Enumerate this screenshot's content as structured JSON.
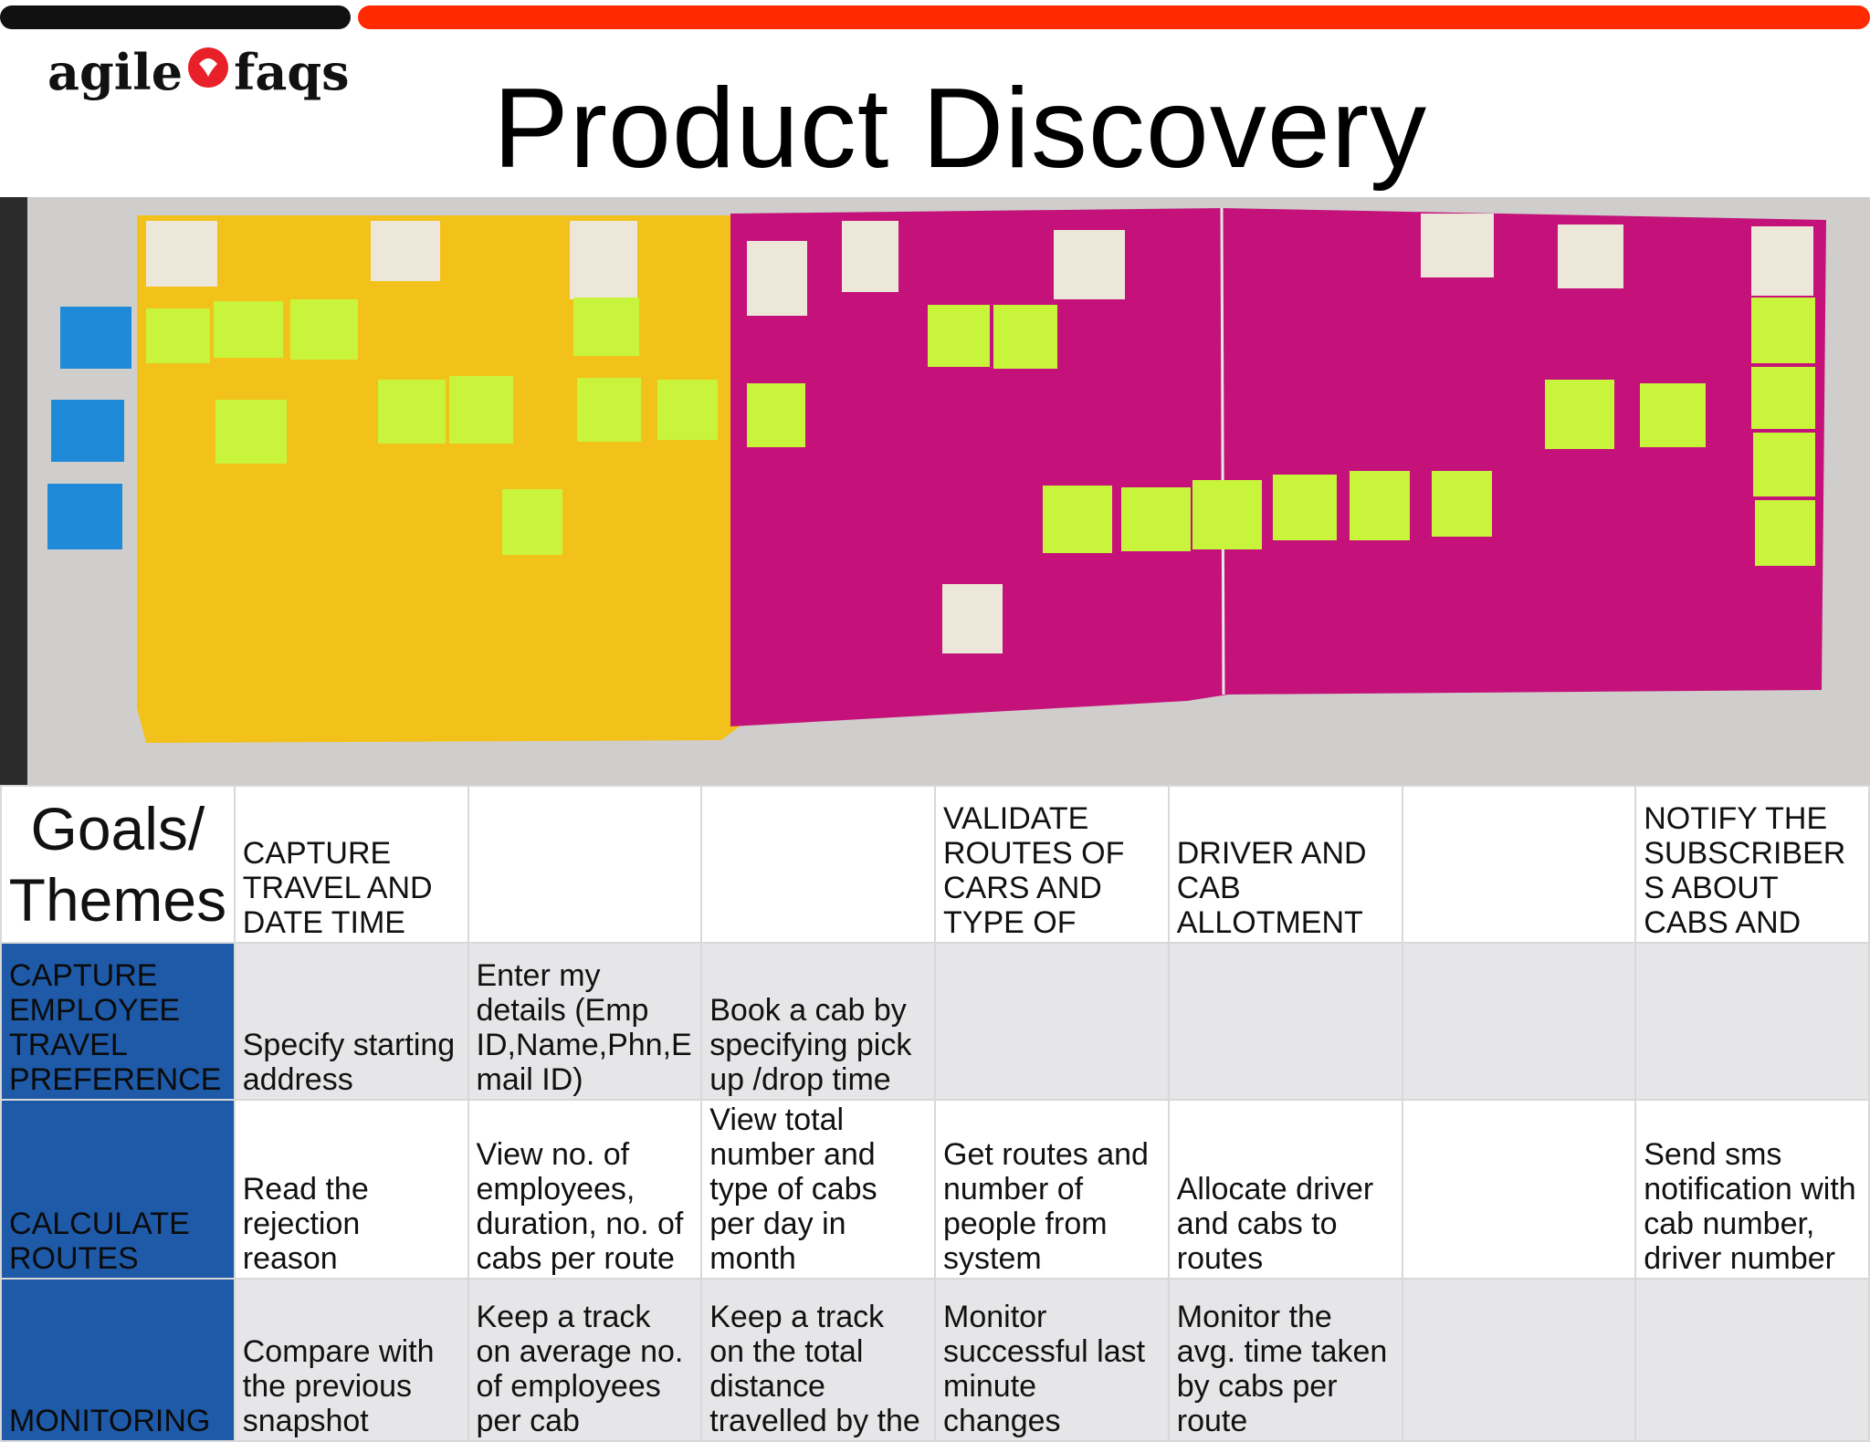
{
  "header": {
    "logo_left": "agile",
    "logo_right": "faqs",
    "title": "Product Discovery"
  },
  "colors": {
    "bar_black": "#111111",
    "bar_red": "#ff2a00",
    "goal_blue": "#1e5aa8",
    "sticky_green": "#c8f53c",
    "sticky_cream": "#ece7d8",
    "board_yellow": "#f2c21a",
    "board_magenta": "#c4127a",
    "sticky_blue": "#1f8ad8"
  },
  "photo": {
    "description_icon": "photo-of-story-map-wall"
  },
  "table": {
    "corner": "Goals/ Themes",
    "headers": [
      "CAPTURE TRAVEL AND DATE TIME",
      "",
      "",
      "VALIDATE ROUTES OF CARS AND TYPE OF",
      "DRIVER AND CAB ALLOTMENT",
      "",
      "NOTIFY THE SUBSCRIBER S ABOUT CABS AND"
    ],
    "rows": [
      {
        "goal": "CAPTURE EMPLOYEE TRAVEL PREFERENCE",
        "cells": [
          "Specify starting address",
          "Enter my details (Emp ID,Name,Phn,E mail ID)",
          "Book a cab by specifying pick up /drop time",
          "",
          "",
          "",
          ""
        ]
      },
      {
        "goal": "CALCULATE ROUTES",
        "cells": [
          "Read the rejection reason",
          "View no. of employees, duration, no. of cabs per route",
          "View total number and type of cabs per day in month",
          "Get routes and number of people from system",
          "Allocate driver and cabs to routes",
          "",
          "Send sms notification with cab number, driver number"
        ]
      },
      {
        "goal": "MONITORING",
        "cells": [
          "Compare with the previous snapshot",
          "Keep a track on average no. of employees per cab",
          "Keep a track on the total distance travelled by the",
          "Monitor successful last minute changes",
          "Monitor the avg. time taken by cabs per route",
          "",
          ""
        ]
      }
    ]
  }
}
